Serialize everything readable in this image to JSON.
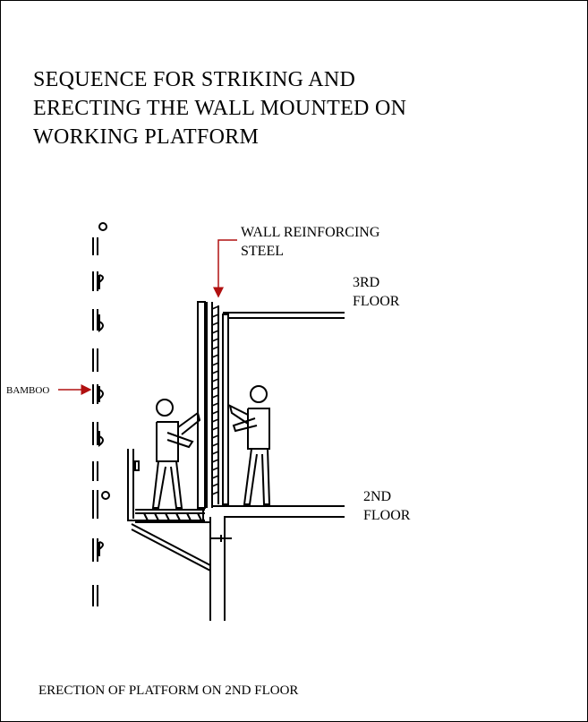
{
  "title_lines": [
    "SEQUENCE FOR STRIKING AND",
    "ERECTING THE WALL MOUNTED ON",
    "WORKING PLATFORM"
  ],
  "labels": {
    "wall_reinforcing_steel_lines": [
      "WALL REINFORCING",
      "STEEL"
    ],
    "third_floor_lines": [
      "3RD",
      "FLOOR"
    ],
    "second_floor_lines": [
      "2ND",
      "FLOOR"
    ],
    "bamboo": "BAMBOO"
  },
  "caption": "ERECTION OF PLATFORM ON 2ND FLOOR",
  "colors": {
    "line": "#000000",
    "arrow": "#b01010",
    "background": "#ffffff"
  }
}
